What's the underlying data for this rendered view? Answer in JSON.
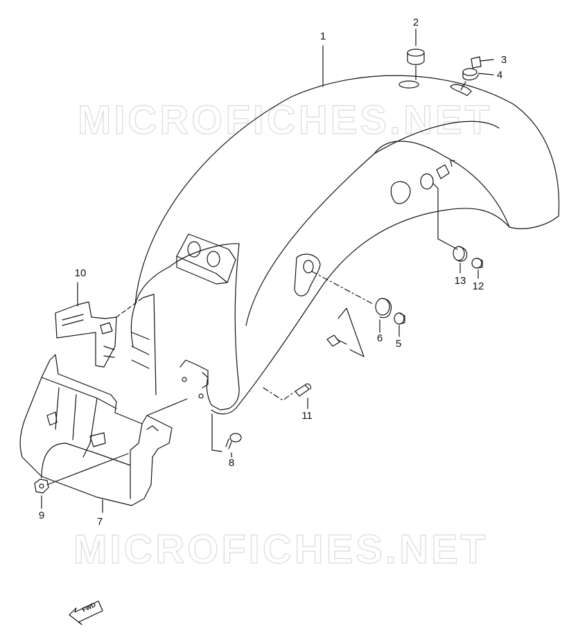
{
  "watermark": "MICROFICHES.NET",
  "fwd_label": "FWD",
  "parts": [
    {
      "key": "fender",
      "number": "1"
    },
    {
      "key": "cushion_top",
      "number": "2"
    },
    {
      "key": "small_cap",
      "number": "3"
    },
    {
      "key": "cushion_side_top",
      "number": "4"
    },
    {
      "key": "spacer",
      "number": "5"
    },
    {
      "key": "cushion",
      "number": "6"
    },
    {
      "key": "rear_cover",
      "number": "7"
    },
    {
      "key": "bolt_lower",
      "number": "8"
    },
    {
      "key": "nut",
      "number": "9"
    },
    {
      "key": "bracket",
      "number": "10"
    },
    {
      "key": "bolt",
      "number": "11"
    },
    {
      "key": "spacer_small",
      "number": "12"
    },
    {
      "key": "cushion_small",
      "number": "13"
    }
  ],
  "colors": {
    "line": "#111111",
    "watermark": "#bcbcbc",
    "background": "#ffffff"
  }
}
